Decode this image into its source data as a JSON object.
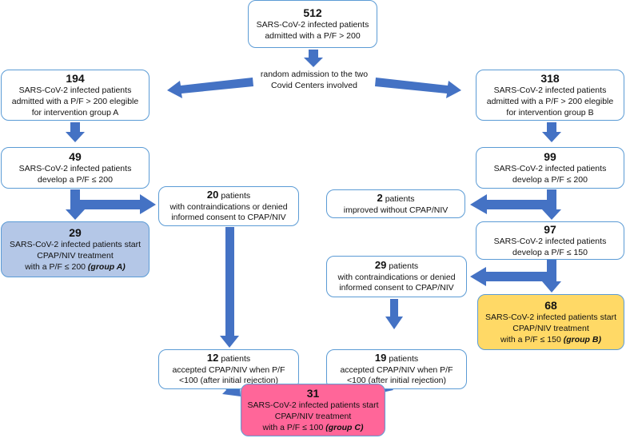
{
  "colors": {
    "arrow": "#4472c4",
    "border": "#5b9bd5",
    "group_a": "#b4c7e7",
    "group_b": "#ffd966",
    "group_c": "#ff6699"
  },
  "top": {
    "num": "512",
    "lines": [
      "SARS-CoV-2 infected patients",
      "admitted with a P/F > 200"
    ]
  },
  "random": {
    "lines": [
      "random admission to the two",
      "Covid Centers involved"
    ]
  },
  "left": {
    "eligible": {
      "num": "194",
      "lines": [
        "SARS-CoV-2 infected patients",
        "admitted with a P/F > 200 elegible",
        "for intervention group A"
      ]
    },
    "develop200": {
      "num": "49",
      "lines": [
        "SARS-CoV-2 infected patients",
        "develop a P/F ≤ 200"
      ]
    },
    "groupA": {
      "num": "29",
      "lines": [
        "SARS-CoV-2 infected patients start",
        "CPAP/NIV treatment"
      ],
      "last_prefix": "with a P/F ≤ 200 ",
      "group_label": "(group A)"
    },
    "contra": {
      "num": "20",
      "suffix": "patients",
      "lines": [
        "with contraindications or denied",
        "informed consent to CPAP/NIV"
      ]
    },
    "accepted": {
      "num": "12",
      "suffix": "patients",
      "lines": [
        "accepted CPAP/NIV when P/F",
        "<100 (after initial rejection)"
      ]
    }
  },
  "right": {
    "eligible": {
      "num": "318",
      "lines": [
        "SARS-CoV-2 infected patients",
        "admitted with a P/F > 200 elegible",
        "for intervention group B"
      ]
    },
    "develop200": {
      "num": "99",
      "lines": [
        "SARS-CoV-2 infected patients",
        "develop a P/F ≤ 200"
      ]
    },
    "improved": {
      "num": "2",
      "suffix": "patients",
      "lines": [
        "improved without CPAP/NIV"
      ]
    },
    "develop150": {
      "num": "97",
      "lines": [
        "SARS-CoV-2 infected patients",
        "develop a P/F ≤ 150"
      ]
    },
    "contra": {
      "num": "29",
      "suffix": "patients",
      "lines": [
        "with contraindications or denied",
        "informed consent to CPAP/NIV"
      ]
    },
    "groupB": {
      "num": "68",
      "lines": [
        "SARS-CoV-2 infected patients start",
        "CPAP/NIV treatment"
      ],
      "last_prefix": "with a P/F ≤ 150 ",
      "group_label": "(group B)"
    },
    "accepted": {
      "num": "19",
      "suffix": "patients",
      "lines": [
        "accepted CPAP/NIV when P/F",
        "<100 (after initial rejection)"
      ]
    }
  },
  "groupC": {
    "num": "31",
    "lines": [
      "SARS-CoV-2 infected patients start",
      "CPAP/NIV treatment"
    ],
    "last_prefix": "with a P/F ≤ 100 ",
    "group_label": "(group C)"
  }
}
